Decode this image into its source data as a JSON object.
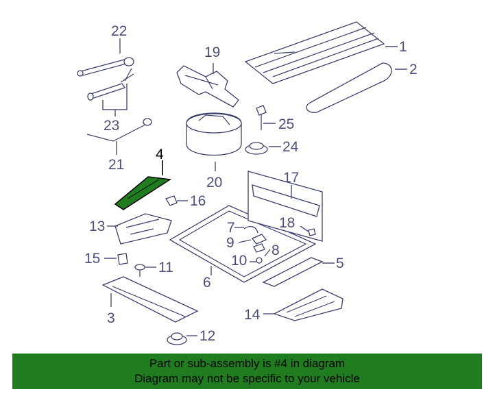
{
  "callouts": {
    "c1": "1",
    "c2": "2",
    "c3": "3",
    "c4": "4",
    "c5": "5",
    "c6": "6",
    "c7": "7",
    "c8": "8",
    "c9": "9",
    "c10": "10",
    "c11": "11",
    "c12": "12",
    "c13": "13",
    "c14": "14",
    "c15": "15",
    "c16": "16",
    "c17": "17",
    "c18": "18",
    "c19": "19",
    "c20": "20",
    "c21": "21",
    "c22": "22",
    "c23": "23",
    "c24": "24",
    "c25": "25"
  },
  "highlight": {
    "part_number": "4",
    "color": "#1f7d1f"
  },
  "banner": {
    "line1": "Part or sub-assembly is #4 in diagram",
    "line2": "Diagram may not be specific to your vehicle",
    "background": "#1f7d1f"
  }
}
